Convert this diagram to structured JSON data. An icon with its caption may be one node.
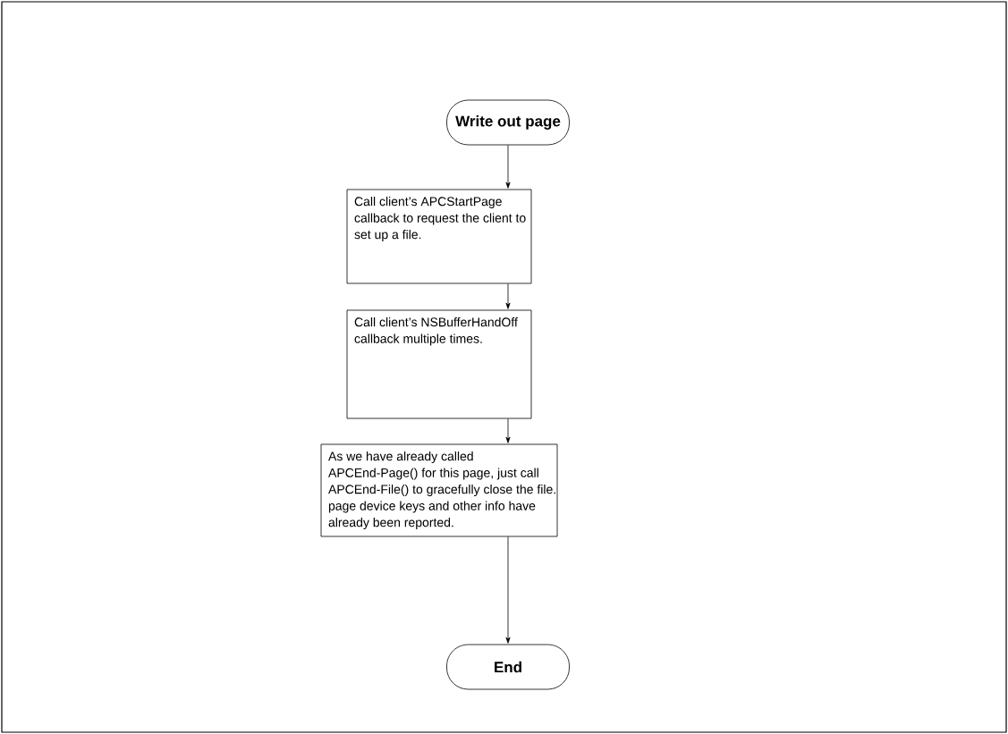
{
  "diagram": {
    "nodes": [
      {
        "text": [
          "Write out page"
        ]
      },
      {
        "text": [
          "Call client’s APCStartPage callback to request the client to set up a file."
        ]
      },
      {
        "text": [
          "Call client’s NSBufferHandOff callback multiple times."
        ]
      },
      {
        "text": [
          "As we have already called APCEnd-Page() for this page, just call APCEnd-File() to gracefully close the file. page device keys and other info have already been reported."
        ]
      },
      {
        "text": [
          "End"
        ]
      }
    ],
    "edges": [
      {
        "from": 0,
        "to": 1,
        "arrow": "to"
      },
      {
        "from": 1,
        "to": 2,
        "arrow": "to"
      },
      {
        "from": 2,
        "to": 3,
        "arrow": "to"
      },
      {
        "from": 3,
        "to": 4,
        "arrow": "to"
      }
    ]
  }
}
